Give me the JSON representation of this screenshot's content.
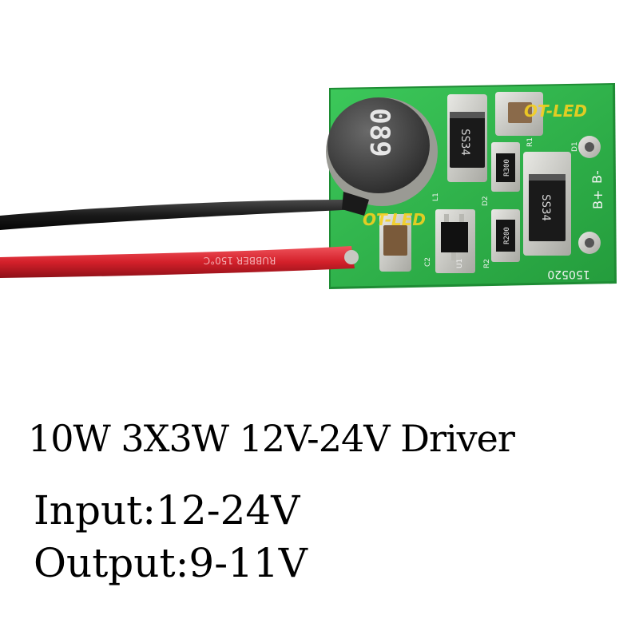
{
  "product": {
    "title": "10W 3X3W 12V-24V Driver",
    "input_spec": "Input:12-24V",
    "output_spec": "Output:9-11V"
  },
  "board": {
    "watermark": "OT-LED",
    "inductor_code": "089",
    "diode_marking": "SS34",
    "resistor_r1": "R300",
    "resistor_r2": "R200",
    "board_code": "150520",
    "label_bminus": "B-",
    "label_bplus": "B+",
    "silk_r1": "R1",
    "silk_d1": "D1",
    "silk_d2": "D2",
    "silk_l1": "L1",
    "silk_c2": "C2",
    "silk_u1": "U1",
    "silk_r2": "R2",
    "wire_print": "RUBBER 150°C"
  },
  "colors": {
    "pcb": "#2fb84a",
    "pcb_edge": "#1e8c34",
    "red_wire": "#d4202a",
    "black_wire": "#1a1a1a",
    "pad": "#c9c9c4"
  }
}
